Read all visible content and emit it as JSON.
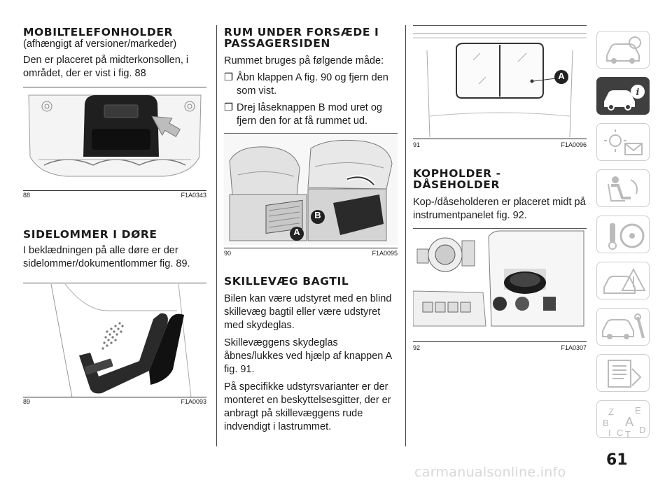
{
  "col1": {
    "title": "MOBILTELEFONHOLDER",
    "subtitle": "(afhængigt af versioner/markeder)",
    "para": "Den er placeret på midterkonsollen, i området, der er vist i fig. 88",
    "fig88": {
      "num": "88",
      "code": "F1A0343"
    },
    "title2": "SIDELOMMER I DØRE",
    "para2": "I beklædningen på alle døre er der sidelommer/dokumentlommer fig. 89.",
    "fig89": {
      "num": "89",
      "code": "F1A0093"
    }
  },
  "col2": {
    "title": "RUM UNDER FORSÆDE I PASSAGERSIDEN",
    "intro": "Rummet bruges på følgende måde:",
    "bullets": [
      "Åbn klappen A fig. 90 og fjern den som vist.",
      "Drej låseknappen B mod uret og fjern den for at få rummet ud."
    ],
    "bullet_mark": "❒",
    "fig90": {
      "num": "90",
      "code": "F1A0095",
      "label_a": "A",
      "label_b": "B"
    },
    "title2": "SKILLEVÆG BAGTIL",
    "para1": "Bilen kan være udstyret med en blind skillevæg bagtil eller være udstyret med skydeglas.",
    "para2": "Skillevæggens skydeglas åbnes/lukkes ved hjælp af knappen A fig. 91.",
    "para3": "På specifikke udstyrsvarianter er der monteret en beskyttelsesgitter, der er anbragt på skillevæggens rude indvendigt i lastrummet."
  },
  "col3": {
    "fig91": {
      "num": "91",
      "code": "F1A0096",
      "label_a": "A"
    },
    "title": "KOPHOLDER - DÅSEHOLDER",
    "para": "Kop-/dåseholderen er placeret midt på instrumentpanelet fig. 92.",
    "fig92": {
      "num": "92",
      "code": "F1A0307"
    }
  },
  "sidebar": {
    "icons": [
      "dashboard-car-icon",
      "car-info-icon",
      "warning-lights-icon",
      "airbag-seat-icon",
      "steering-key-icon",
      "warning-triangle-icon",
      "service-car-icon",
      "index-list-icon",
      "alphabet-index-icon"
    ],
    "active_index": 1,
    "index_letters": [
      "Z",
      "E",
      "B",
      "A",
      "I",
      "C",
      "T",
      "D"
    ]
  },
  "page_number": "61",
  "watermark": "carmanualsonline.info"
}
